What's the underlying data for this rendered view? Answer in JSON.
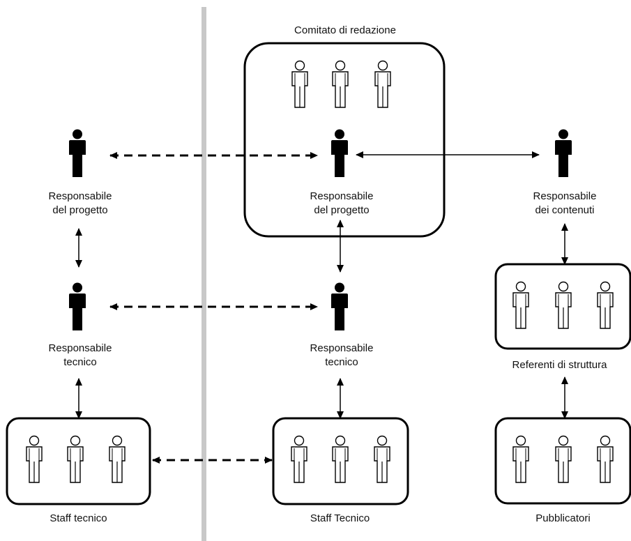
{
  "left": {
    "manager": [
      "Responsabile",
      "del progetto"
    ],
    "tech": [
      "Responsabile",
      "tecnico"
    ],
    "staff": "Staff tecnico"
  },
  "center": {
    "committee": "Comitato di redazione",
    "manager": [
      "Responsabile",
      "del progetto"
    ],
    "tech": [
      "Responsabile",
      "tecnico"
    ],
    "staff": "Staff Tecnico"
  },
  "right": {
    "content": [
      "Responsabile",
      "dei contenuti"
    ],
    "referents": "Referenti di struttura",
    "publishers": "Pubblicatori"
  },
  "colors": {
    "divider": "#c8c8c8",
    "ink": "#000000"
  }
}
